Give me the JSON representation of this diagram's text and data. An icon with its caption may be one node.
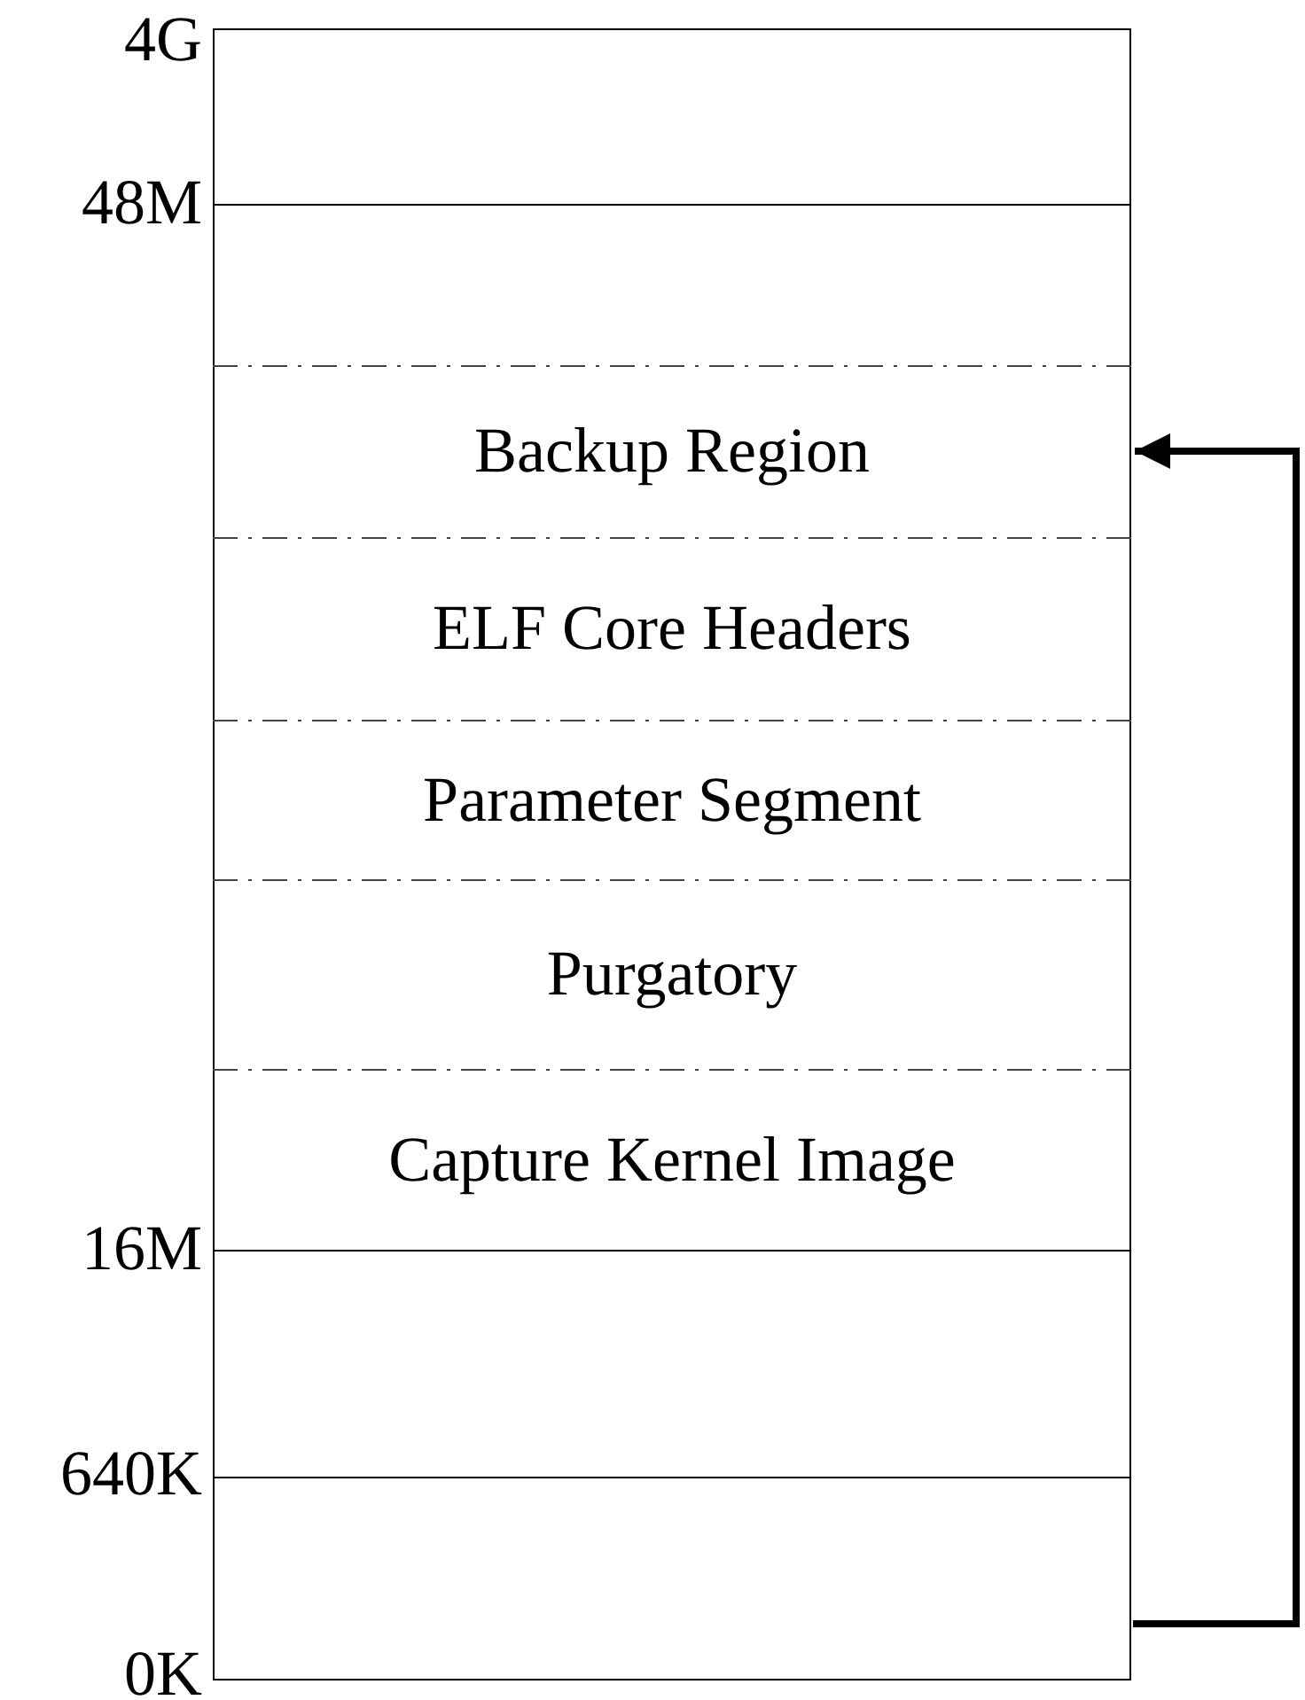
{
  "diagram": {
    "nodes": [
      {
        "text": [],
        "shape": "box"
      },
      {
        "text": [],
        "shape": "box"
      },
      {
        "text": [
          "Backup Region"
        ]
      },
      {
        "text": [
          "ELF Core Headers"
        ]
      },
      {
        "text": [
          "Parameter Segment"
        ]
      },
      {
        "text": [
          "Purgatory"
        ]
      },
      {
        "text": [
          "Capture Kernel Image"
        ]
      },
      {
        "text": [],
        "shape": "box"
      },
      {
        "text": [],
        "shape": "box"
      }
    ],
    "edges": [
      {
        "from": 8,
        "to": 2,
        "arrow": "to"
      }
    ],
    "labels": [
      "4G",
      "48M",
      "16M",
      "640K",
      "0K"
    ]
  }
}
